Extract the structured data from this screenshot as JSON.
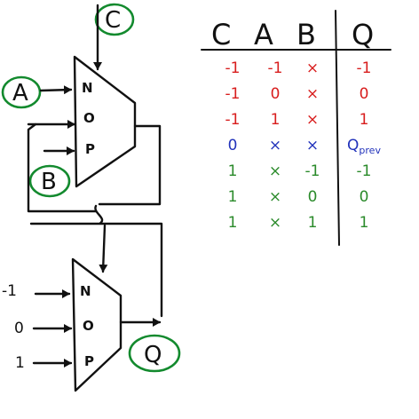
{
  "mux_top": {
    "select_label": "C",
    "inputs": [
      {
        "name": "A",
        "pin": "N"
      },
      {
        "name": "",
        "pin": "O"
      },
      {
        "name": "B",
        "pin": "P"
      }
    ]
  },
  "mux_bottom": {
    "inputs": [
      {
        "name": "-1",
        "pin": "N"
      },
      {
        "name": "0",
        "pin": "O"
      },
      {
        "name": "1",
        "pin": "P"
      }
    ],
    "output_label": "Q"
  },
  "truth_table": {
    "headers": [
      "C",
      "A",
      "B",
      "Q"
    ],
    "rows": [
      {
        "color": "#d81d1d",
        "C": "-1",
        "A": "-1",
        "B": "×",
        "Q": "-1"
      },
      {
        "color": "#d81d1d",
        "C": "-1",
        "A": "0",
        "B": "×",
        "Q": "0"
      },
      {
        "color": "#d81d1d",
        "C": "-1",
        "A": "1",
        "B": "×",
        "Q": "1"
      },
      {
        "color": "#2233bb",
        "C": "0",
        "A": "×",
        "B": "×",
        "Q": "Q",
        "Q_sub": "prev"
      },
      {
        "color": "#2a8a2a",
        "C": "1",
        "A": "×",
        "B": "-1",
        "Q": "-1"
      },
      {
        "color": "#2a8a2a",
        "C": "1",
        "A": "×",
        "B": "0",
        "Q": "0"
      },
      {
        "color": "#2a8a2a",
        "C": "1",
        "A": "×",
        "B": "1",
        "Q": "1"
      }
    ]
  }
}
